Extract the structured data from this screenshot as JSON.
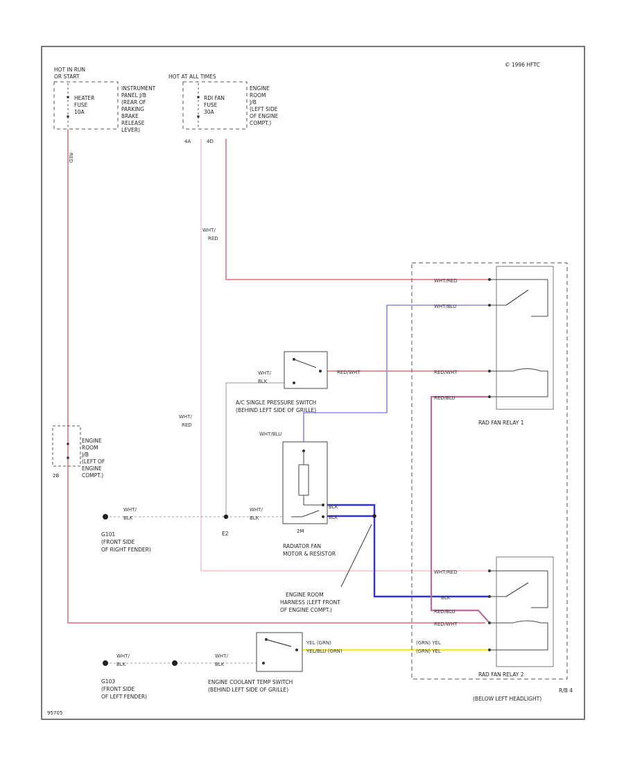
{
  "copyright": "© 1996 HFTC",
  "figure_id": "95705",
  "colors": {
    "red_wire": "#f28a9a",
    "blue_wire": "#8a8aee",
    "dark_blue_wire": "#3030e0",
    "violet_red_wire": "#c07ab8",
    "yellow_wire": "#eaea40",
    "ground_wire": "#999999",
    "component": "#444444"
  },
  "fuse_box_left": {
    "header": [
      "HOT IN RUN",
      "OR START"
    ],
    "fuse": [
      "HEATER",
      "FUSE",
      "10A"
    ],
    "location": [
      "INSTRUMENT",
      "PANEL J/B",
      "(REAR OF",
      "PARKING",
      "BRAKE",
      "RELEASE",
      "LEVER)"
    ]
  },
  "fuse_box_right": {
    "header": "HOT AT ALL TIMES",
    "fuse": [
      "RDI FAN",
      "FUSE",
      "30A"
    ],
    "location": [
      "ENGINE",
      "ROOM",
      "J/B",
      "(LEFT SIDE",
      "OF ENGINE",
      "COMPT.)"
    ],
    "pins": [
      "4A",
      "4D"
    ]
  },
  "fuse_engine_room": {
    "location": [
      "ENGINE",
      "ROOM",
      "J/B",
      "(LEFT OF",
      "ENGINE",
      "COMPT.)"
    ],
    "pin": "2B"
  },
  "wires": {
    "wht_red": [
      "WHT/",
      "RED"
    ],
    "wht_red_flat": "WHT/RED",
    "wht_blk": [
      "WHT/",
      "BLK"
    ],
    "wht_blu": "WHT/BLU",
    "red_wht": "RED/WHT",
    "red_blu": "RED/BLU",
    "blk": "BLK",
    "yel_grn": [
      "YEL (GRN)",
      "YEL/BLU (GRN)"
    ],
    "grn_yel": "(GRN) YEL"
  },
  "ac_switch": {
    "label": [
      "A/C SINGLE PRESSURE SWITCH",
      "(BEHIND LEFT SIDE OF GRILLE)"
    ]
  },
  "fan_motor": {
    "label": [
      "RADIATOR FAN",
      "MOTOR & RESISTOR"
    ],
    "pin": "2M"
  },
  "splice": "E2",
  "grounds": {
    "g101": [
      "G101",
      "(FRONT SIDE",
      "OF RIGHT FENDER)"
    ],
    "g103": [
      "G103",
      "(FRONT SIDE",
      "OF LEFT FENDER)"
    ]
  },
  "harness": [
    "ENGINE ROOM",
    "HARNESS (LEFT FRONT",
    "OF ENGINE COMPT.)"
  ],
  "coolant_switch": {
    "label": [
      "ENGINE COOLANT TEMP SWITCH",
      "(BEHIND LEFT SIDE OF GRILLE)"
    ]
  },
  "relay1": "RAD FAN RELAY 1",
  "relay2": "RAD FAN RELAY 2",
  "rb": [
    "R/B 4",
    "(BELOW LEFT HEADLIGHT)"
  ]
}
